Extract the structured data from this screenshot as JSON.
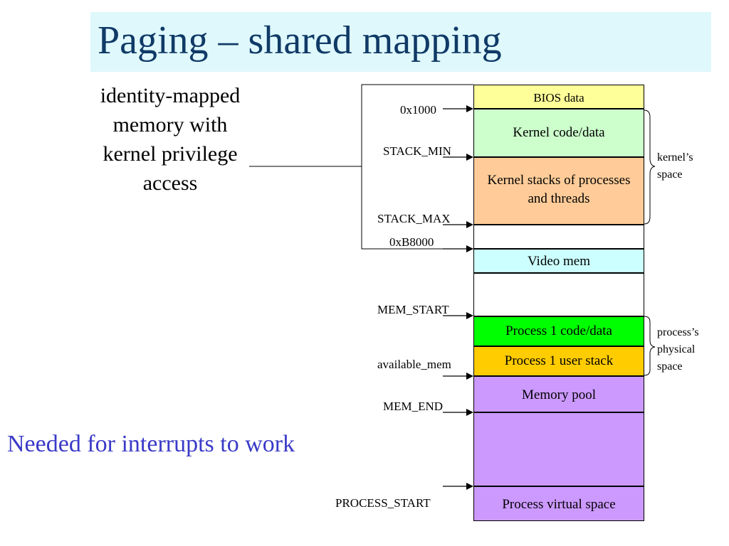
{
  "title": "Paging – shared mapping",
  "side_note": "identity-mapped memory with kernel privilege access",
  "bottom_note": "Needed for interrupts to work",
  "blocks": {
    "bios": {
      "label": "BIOS data",
      "color": "#ffff99"
    },
    "kernel_code": {
      "label": "Kernel code/data",
      "color": "#ccffcc"
    },
    "kernel_stacks": {
      "label": "Kernel stacks of processes and threads",
      "color": "#ffcc99"
    },
    "video": {
      "label": "Video mem",
      "color": "#ccffff"
    },
    "proc_code": {
      "label": "Process 1 code/data",
      "color": "#00ff00"
    },
    "proc_stack": {
      "label": "Process 1 user stack",
      "color": "#ffcc00"
    },
    "pool": {
      "label": "Memory pool",
      "color": "#cc99ff"
    },
    "virtual": {
      "label": "Process virtual space",
      "color": "#cc99ff"
    }
  },
  "addresses": {
    "a_0x1000": "0x1000",
    "stack_min": "STACK_MIN",
    "stack_max": "STACK_MAX",
    "a_0xb8000": "0xB8000",
    "mem_start": "MEM_START",
    "available_mem": "available_mem",
    "mem_end": "MEM_END",
    "process_start": "PROCESS_START"
  },
  "braces": {
    "kernel": "kernel’s space",
    "process": "process’s physical space"
  }
}
